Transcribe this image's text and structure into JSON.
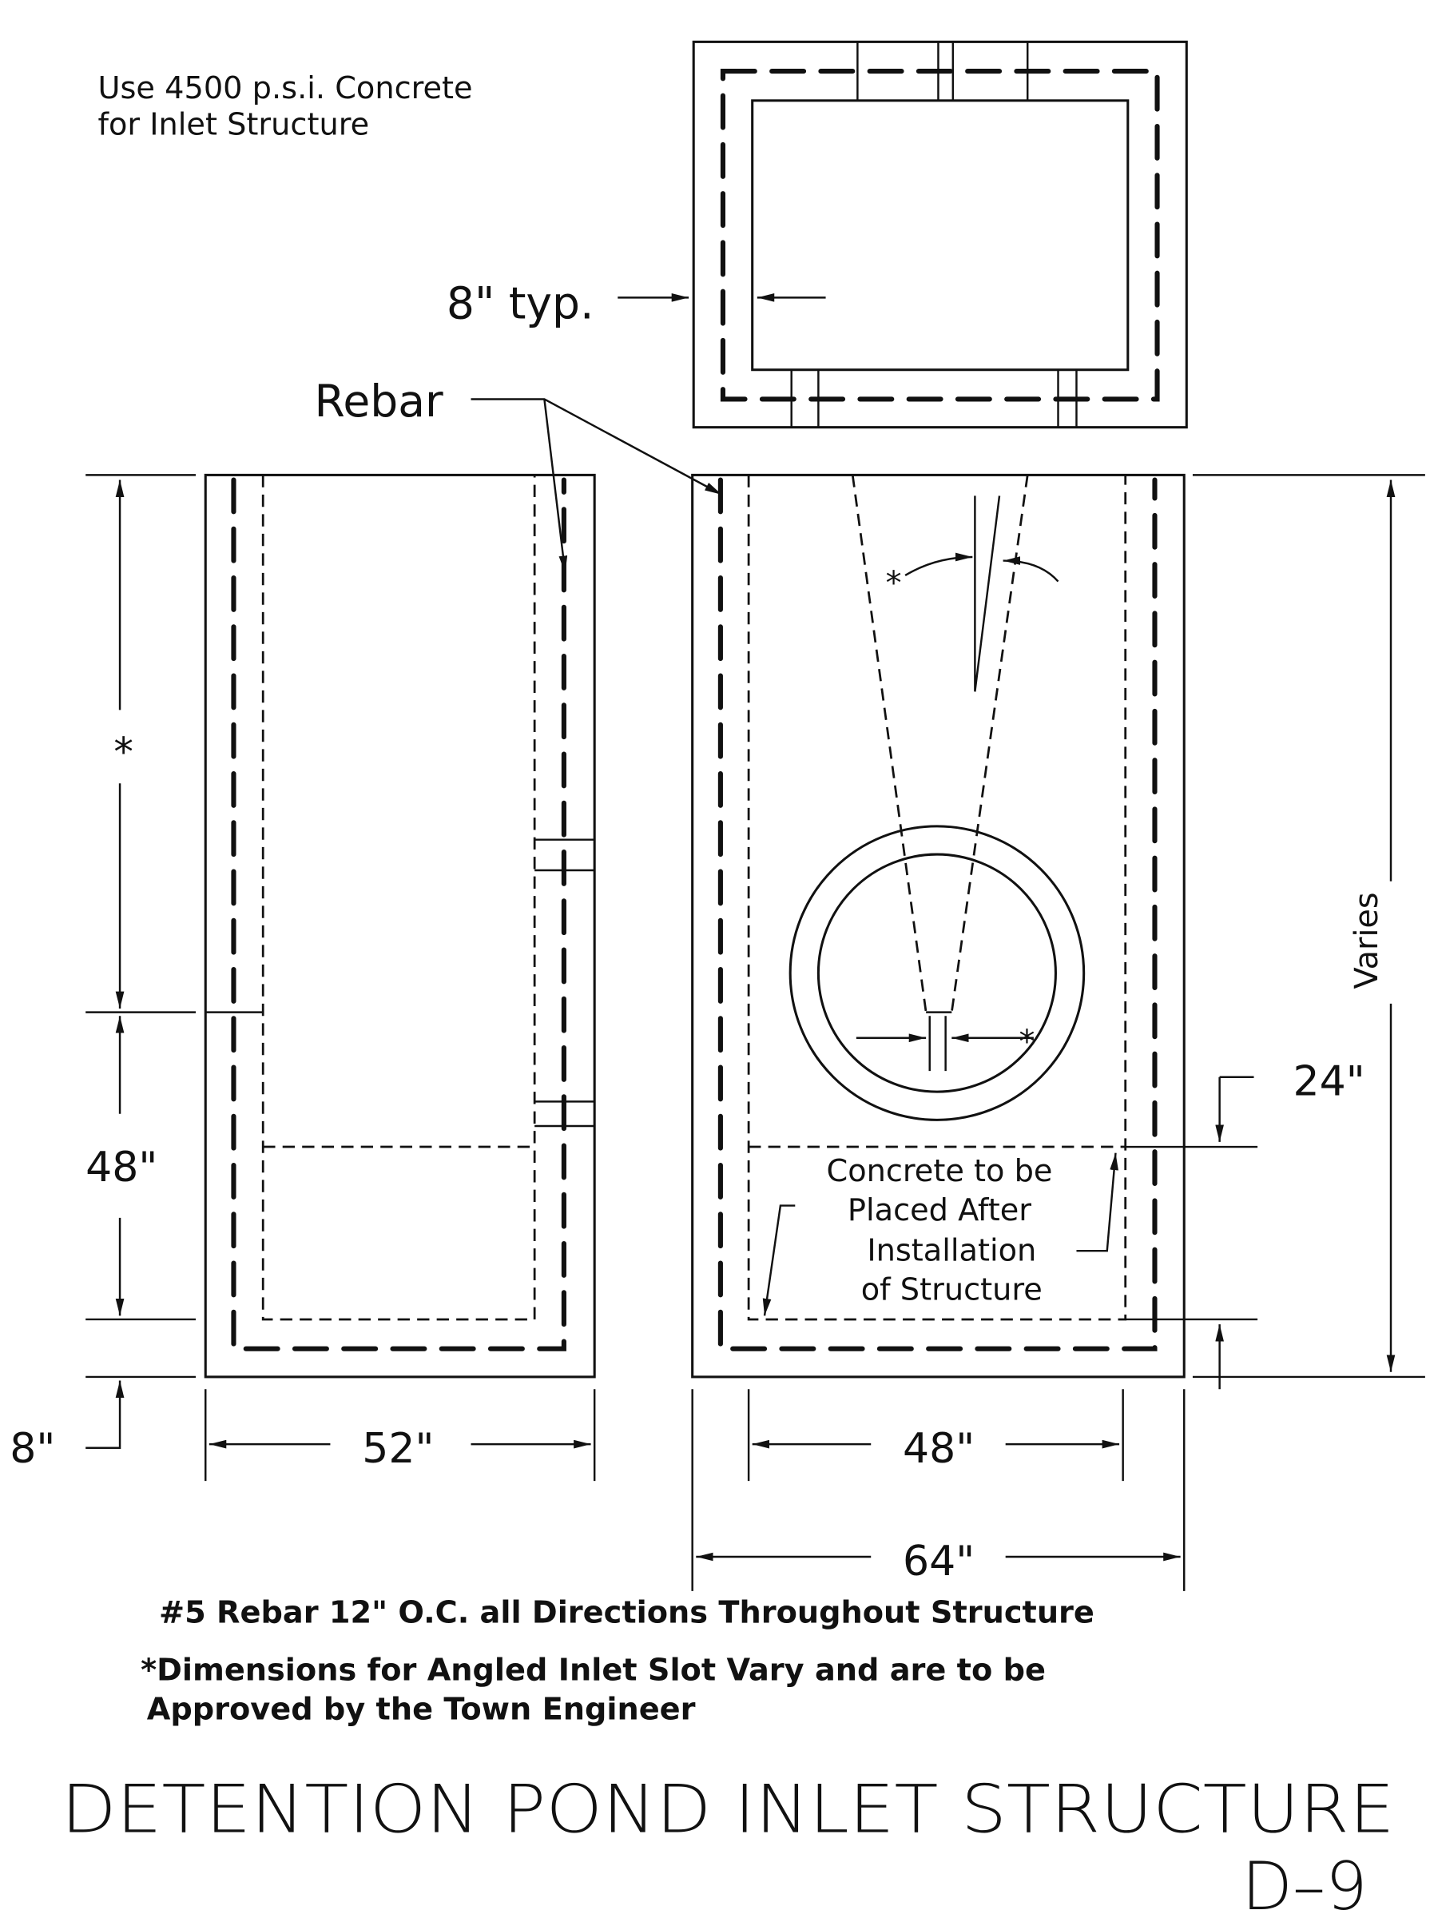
{
  "notes": {
    "concrete_line1": "Use 4500 p.s.i. Concrete",
    "concrete_line2": "for Inlet Structure",
    "rebar_spec": "#5 Rebar 12\" O.C. all Directions Throughout Structure",
    "slot_note_line1": "*Dimensions for Angled Inlet Slot Vary and are to be",
    "slot_note_line2": "Approved by the Town Engineer",
    "placement_line1": "Concrete to be",
    "placement_line2": "Placed After",
    "placement_line3": "Installation",
    "placement_line4": "of Structure"
  },
  "labels": {
    "typ": "8\" typ.",
    "rebar": "Rebar",
    "star": "*",
    "star2": "*",
    "star3": "*",
    "varies": "Varies"
  },
  "dimensions": {
    "left_bottom": "48\"",
    "base": "8\"",
    "left_width": "52\"",
    "inner_width": "48\"",
    "outer_width": "64\"",
    "fill_height": "24\""
  },
  "title": "DETENTION POND INLET STRUCTURE",
  "sheet": "D–9"
}
